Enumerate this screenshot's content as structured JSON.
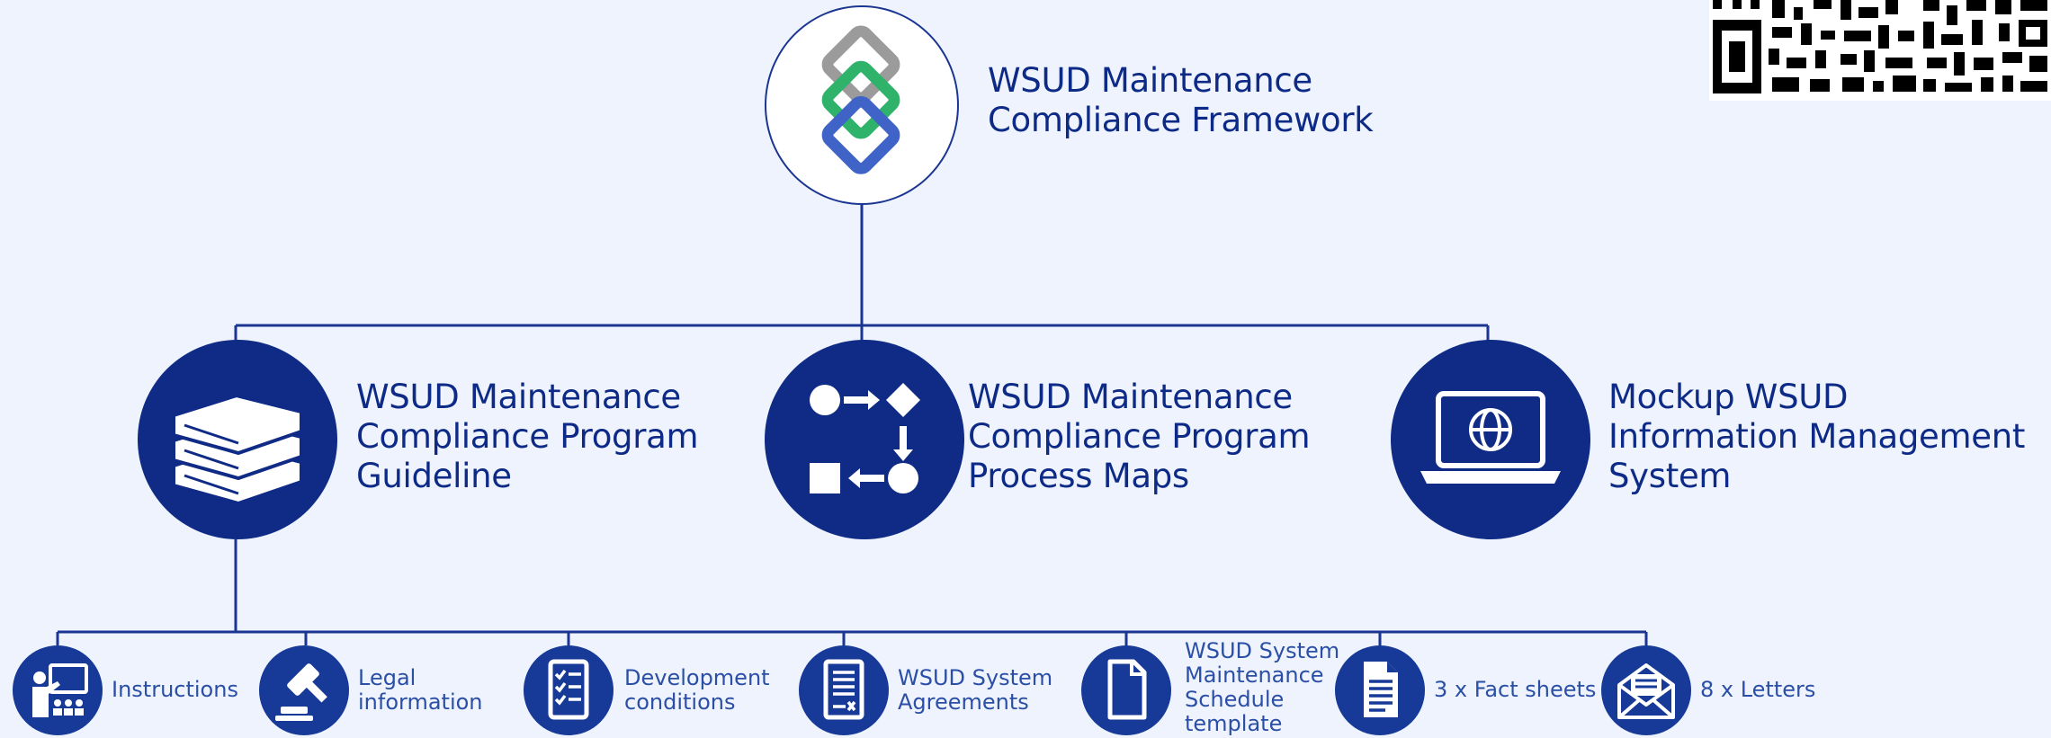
{
  "colors": {
    "background": "#eef3fd",
    "navy": "#0f2b86",
    "line": "#1a3692",
    "text": "#0d2a87",
    "logo_grey": "#9b9b9b",
    "logo_green": "#2fb36a",
    "logo_blue": "#3f63c7"
  },
  "root": {
    "title": "WSUD Maintenance\nCompliance Framework",
    "icon": "chain-links-logo"
  },
  "components": [
    {
      "title": "WSUD Maintenance\nCompliance Program\nGuideline",
      "icon": "books-icon"
    },
    {
      "title": "WSUD Maintenance\nCompliance Program\nProcess Maps",
      "icon": "process-flow-icon"
    },
    {
      "title": "Mockup WSUD\nInformation Management\nSystem",
      "icon": "laptop-globe-icon"
    }
  ],
  "guideline_items": [
    {
      "label": "Instructions",
      "icon": "teacher-presentation-icon"
    },
    {
      "label": "Legal\ninformation",
      "icon": "gavel-icon"
    },
    {
      "label": "Development\nconditions",
      "icon": "checklist-icon"
    },
    {
      "label": "WSUD System\nAgreements",
      "icon": "agreement-document-icon"
    },
    {
      "label": "WSUD System\nMaintenance\nSchedule\ntemplate",
      "icon": "blank-document-icon"
    },
    {
      "label": "3 x Fact sheets",
      "icon": "text-document-icon"
    },
    {
      "label": "8 x Letters",
      "icon": "envelope-letter-icon"
    }
  ],
  "qr_code": {
    "icon": "qr-code-icon"
  }
}
